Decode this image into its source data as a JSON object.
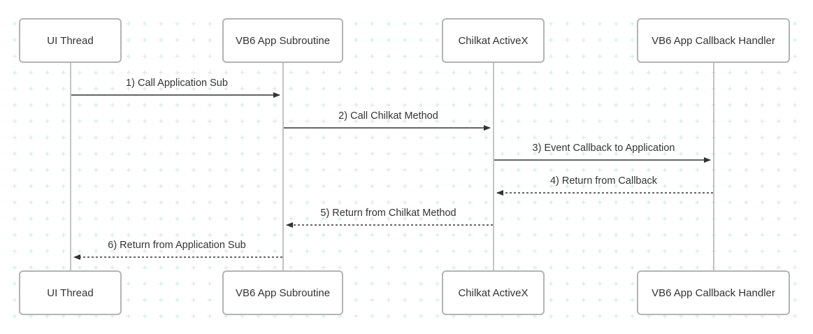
{
  "participants": [
    {
      "id": "ui",
      "label": "UI Thread"
    },
    {
      "id": "sub",
      "label": "VB6 App Subroutine"
    },
    {
      "id": "chilkat",
      "label": "Chilkat ActiveX"
    },
    {
      "id": "handler",
      "label": "VB6 App Callback Handler"
    }
  ],
  "messages": [
    {
      "label": "1) Call Application Sub",
      "from": "ui",
      "to": "sub",
      "style": "solid"
    },
    {
      "label": "2) Call Chilkat Method",
      "from": "sub",
      "to": "chilkat",
      "style": "solid"
    },
    {
      "label": "3) Event Callback to Application",
      "from": "chilkat",
      "to": "handler",
      "style": "solid"
    },
    {
      "label": "4) Return from Callback",
      "from": "handler",
      "to": "chilkat",
      "style": "dotted"
    },
    {
      "label": "5) Return from Chilkat Method",
      "from": "chilkat",
      "to": "sub",
      "style": "dotted"
    },
    {
      "label": "6) Return from Application Sub",
      "from": "sub",
      "to": "ui",
      "style": "dotted"
    }
  ],
  "colors": {
    "background": "#ffffff",
    "grid_mark": "#d6ede9",
    "box_border": "#b4b4b4",
    "lifeline": "#b4b4b4",
    "arrow": "#333333",
    "text": "#333333"
  }
}
